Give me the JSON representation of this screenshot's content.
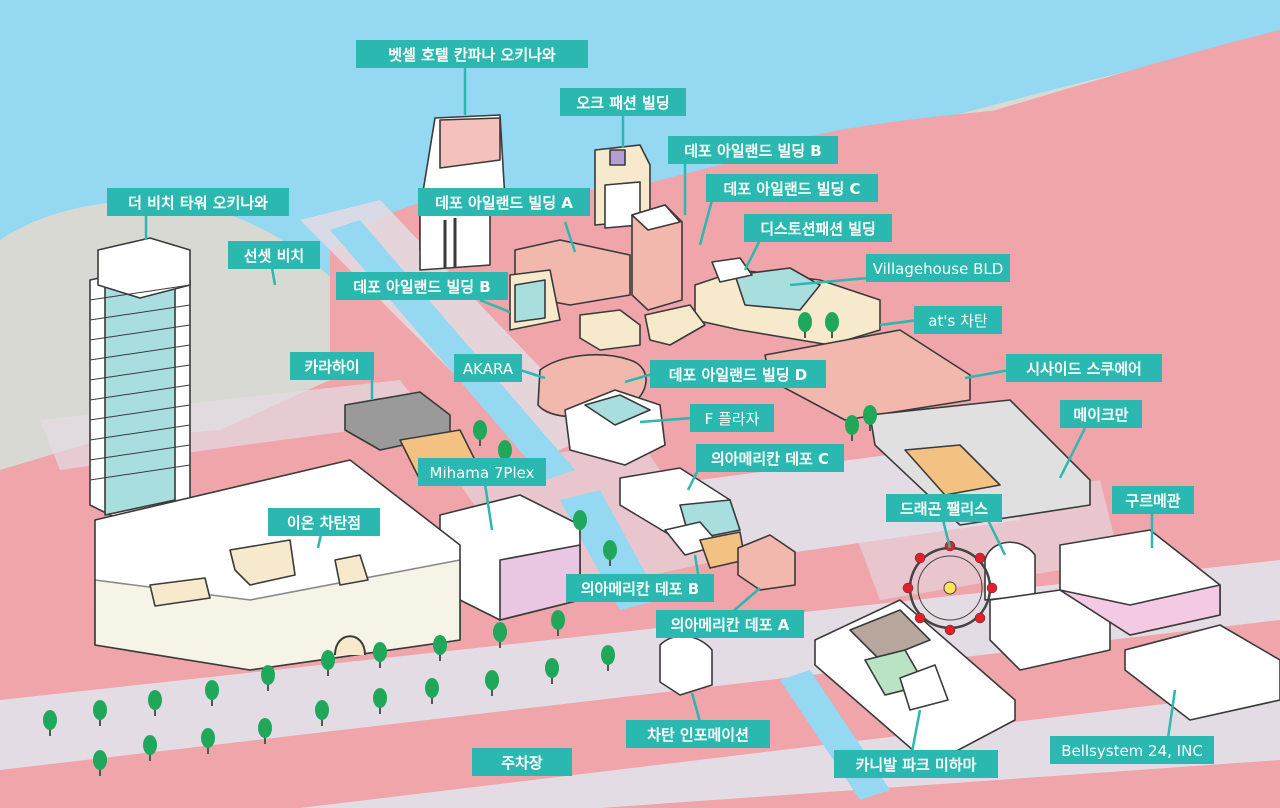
{
  "map": {
    "labels": {
      "bessel_hotel": "벳셀 호텔 칸파나 오키나와",
      "oak_fashion": "오크 패션 빌딩",
      "depot_b_top": "데포 아일랜드 빌딩 B",
      "depot_c": "데포 아일랜드 빌딩 C",
      "depot_a": "데포 아일랜드 빌딩 A",
      "distoshen": "디스토션패션 빌딩",
      "the_beach_tower": "더 비치 타워 오키나와",
      "villagehouse": "Villagehouse BLD",
      "sunset_beach": "선셋 비치",
      "depot_b_left": "데포 아일랜드 빌딩 B",
      "ats_chatan": "at's 차탄",
      "seaside_square": "시사이드 스쿠에어",
      "karahai": "카라하이",
      "akara": "AKARA",
      "depot_d": "데포 아일랜드 빌딩 D",
      "f_plaza": "F 플라자",
      "makeman": "메이크만",
      "american_c": "의아메리칸 데포 C",
      "mihama_7plex": "Mihama 7Plex",
      "aeon_chatan": "이온 차탄점",
      "dragon_palace": "드래곤 팰리스",
      "gurume_kan": "구르메관",
      "american_b": "의아메리칸 데포 B",
      "american_a": "의아메리칸 데포 A",
      "chatan_info": "차탄 인포메이션",
      "parking": "주차장",
      "carnival_park": "카니발 파크 미하마",
      "bellsystem": "Bellsystem 24, INC"
    },
    "colors": {
      "sea": "#94d8f2",
      "land": "#efa5aa",
      "road": "#e4dce4",
      "sand": "#d9d9d4",
      "label_bg": "#2bb8b0",
      "tree": "#1fa85a"
    }
  }
}
